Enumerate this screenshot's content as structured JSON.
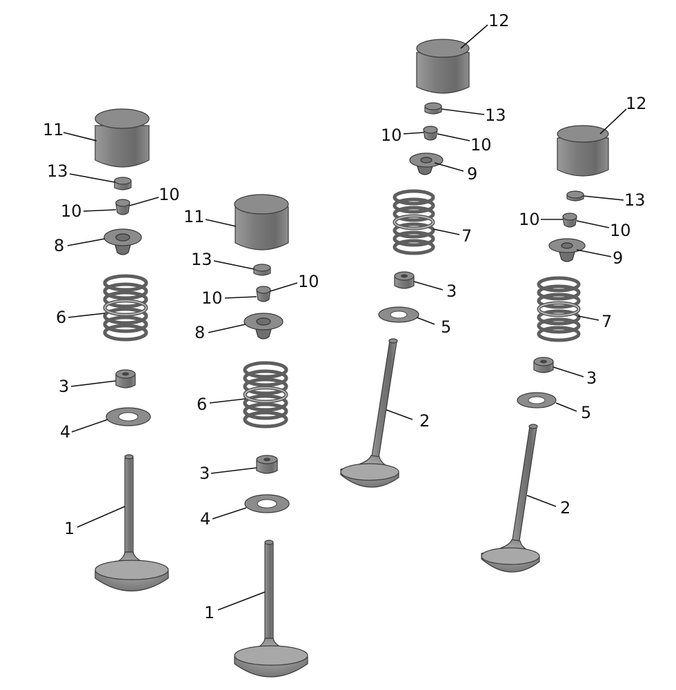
{
  "diagram": {
    "callouts": {
      "intake_left": {
        "bucket": "11",
        "shim": "13",
        "keeper_a": "10",
        "keeper_b": "10",
        "retainer": "8",
        "spring": "6",
        "seal": "3",
        "seat": "4",
        "valve": "1"
      },
      "intake_mid": {
        "bucket": "11",
        "shim": "13",
        "keeper_a": "10",
        "keeper_b": "10",
        "retainer": "8",
        "spring": "6",
        "seal": "3",
        "seat": "4",
        "valve": "1"
      },
      "exhaust_mid": {
        "bucket": "12",
        "shim": "13",
        "keeper_a": "10",
        "keeper_b": "10",
        "retainer": "9",
        "spring": "7",
        "seal": "3",
        "seat": "5",
        "valve": "2"
      },
      "exhaust_right": {
        "bucket": "12",
        "shim": "13",
        "keeper_a": "10",
        "keeper_b": "10",
        "retainer": "9",
        "spring": "7",
        "seal": "3",
        "seat": "5",
        "valve": "2"
      }
    }
  }
}
